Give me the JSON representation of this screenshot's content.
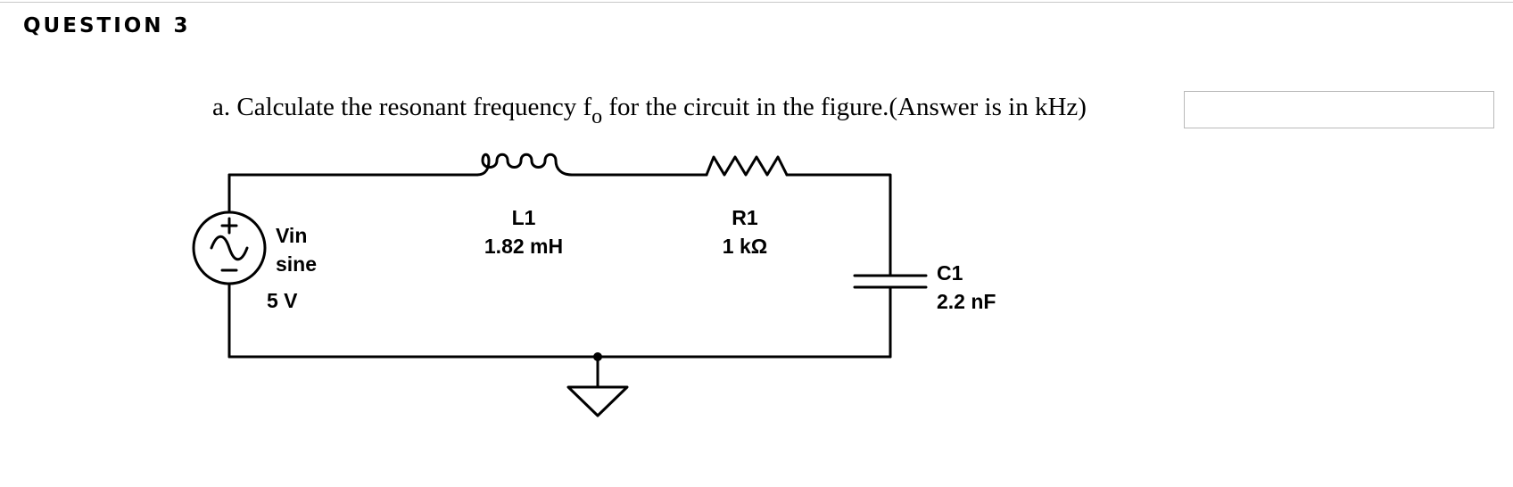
{
  "question": {
    "heading": "QUESTION 3",
    "prompt_before_sub": "a.  Calculate the resonant frequency f",
    "prompt_sub": "o",
    "prompt_after_sub": " for the circuit in the figure.(Answer is in kHz)",
    "answer_value": "",
    "answer_placeholder": ""
  },
  "circuit": {
    "source": {
      "name": "Vin",
      "type": "sine",
      "amplitude": "5 V"
    },
    "inductor": {
      "name": "L1",
      "value": "1.82 mH"
    },
    "resistor": {
      "name": "R1",
      "value": "1 kΩ"
    },
    "capacitor": {
      "name": "C1",
      "value": "2.2 nF"
    }
  }
}
